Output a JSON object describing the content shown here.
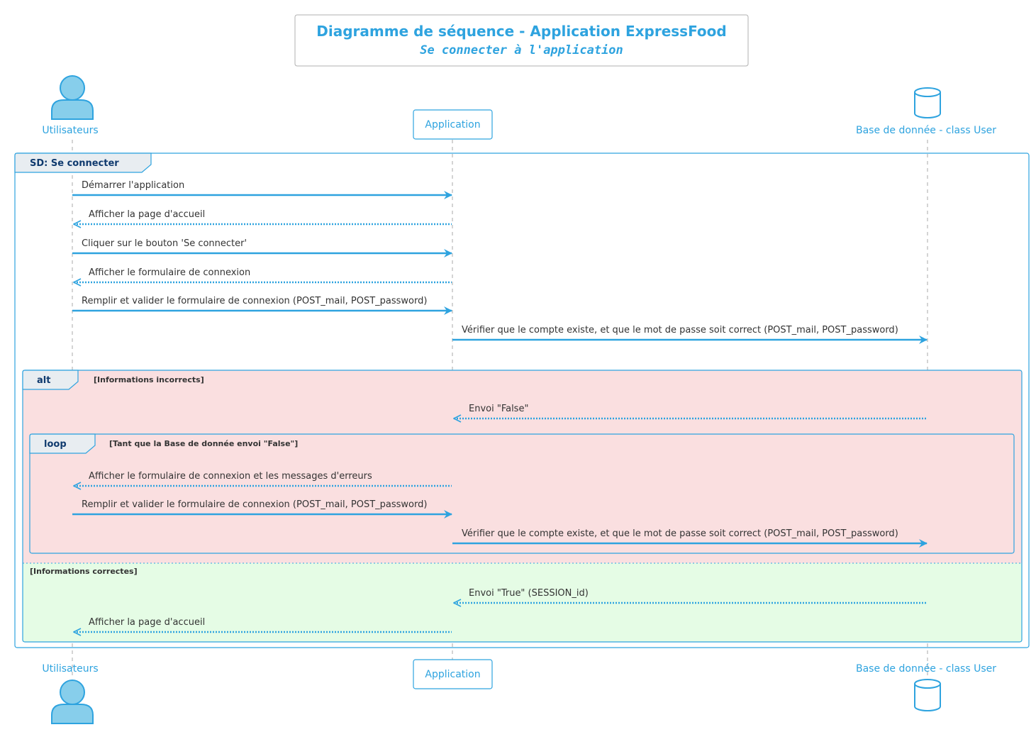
{
  "title": "Diagramme de séquence - Application ExpressFood",
  "subtitle": "Se connecter à l'application",
  "participants": [
    {
      "name": "Utilisateurs",
      "kind": "actor-icon"
    },
    {
      "name": "Application",
      "kind": "participant-box"
    },
    {
      "name": "Base de donnée - class User",
      "kind": "database-icon"
    }
  ],
  "frames": {
    "sd_label": "SD: Se connecter",
    "alt_label": "alt",
    "alt_guard_1": "[Informations incorrects]",
    "alt_guard_2": "[Informations correctes]",
    "loop_label": "loop",
    "loop_guard": "[Tant que la Base de donnée envoi \"False\"]"
  },
  "messages": [
    {
      "text": "Démarrer l'application",
      "from": 0,
      "to": 1,
      "style": "sync"
    },
    {
      "text": "Afficher la page d'accueil",
      "from": 1,
      "to": 0,
      "style": "reply"
    },
    {
      "text": "Cliquer sur le bouton 'Se connecter'",
      "from": 0,
      "to": 1,
      "style": "sync"
    },
    {
      "text": "Afficher le formulaire de connexion",
      "from": 1,
      "to": 0,
      "style": "reply"
    },
    {
      "text": "Remplir et valider le formulaire de connexion (POST_mail, POST_password)",
      "from": 0,
      "to": 1,
      "style": "sync"
    },
    {
      "text": "Vérifier que le compte existe, et que le mot de passe soit correct (POST_mail, POST_password)",
      "from": 1,
      "to": 2,
      "style": "sync"
    },
    {
      "text": "Envoi \"False\"",
      "from": 2,
      "to": 1,
      "style": "reply"
    },
    {
      "text": "Afficher le formulaire de connexion et les messages d'erreurs",
      "from": 1,
      "to": 0,
      "style": "reply"
    },
    {
      "text": "Remplir et valider le formulaire de connexion (POST_mail, POST_password)",
      "from": 0,
      "to": 1,
      "style": "sync"
    },
    {
      "text": "Vérifier que le compte existe, et que le mot de passe soit correct (POST_mail, POST_password)",
      "from": 1,
      "to": 2,
      "style": "sync"
    },
    {
      "text": "Envoi \"True\" (SESSION_id)",
      "from": 2,
      "to": 1,
      "style": "reply"
    },
    {
      "text": "Afficher la page d'accueil",
      "from": 1,
      "to": 0,
      "style": "reply"
    }
  ],
  "colors": {
    "accent": "#2ea3df",
    "actor_fill": "#87ceeb",
    "alt_incorrect_bg": "#fadfe0",
    "alt_correct_bg": "#e5fce5",
    "frame_tab_bg": "#e8edf1",
    "frame_label": "#0f3a6e",
    "text": "#333333"
  }
}
